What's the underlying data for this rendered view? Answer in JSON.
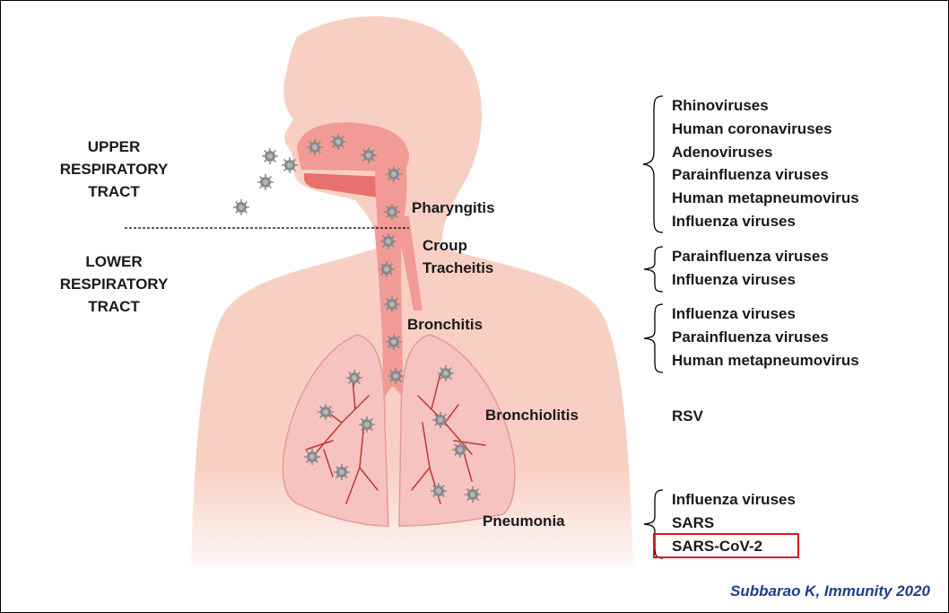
{
  "regions": {
    "upper": [
      "UPPER",
      "RESPIRATORY",
      "TRACT"
    ],
    "lower": [
      "LOWER",
      "RESPIRATORY",
      "TRACT"
    ]
  },
  "sites": {
    "pharyngitis": "Pharyngitis",
    "croup": "Croup",
    "tracheitis": "Tracheitis",
    "bronchitis": "Bronchitis",
    "bronchiolitis": "Bronchiolitis",
    "pneumonia": "Pneumonia"
  },
  "virus_groups": [
    {
      "items": [
        "Rhinoviruses",
        "Human coronaviruses",
        "Adenoviruses",
        "Parainfluenza viruses",
        "Human metapneumovirus",
        "Influenza viruses"
      ]
    },
    {
      "items": [
        "Parainfluenza viruses",
        "Influenza viruses"
      ]
    },
    {
      "items": [
        "Influenza viruses",
        "Parainfluenza viruses",
        "Human metapneumovirus"
      ]
    },
    {
      "items": [
        "RSV"
      ]
    },
    {
      "items": [
        "Influenza viruses",
        "SARS",
        "SARS-CoV-2"
      ]
    }
  ],
  "highlight": {
    "item": "SARS-CoV-2",
    "color": "#e3131b"
  },
  "citation": "Subbarao K, Immunity 2020",
  "colors": {
    "skin": "#f8d0c3",
    "airway": "#f29a96",
    "airway_dark": "#e8706c",
    "lung": "#f6c3c1",
    "vessel": "#c0392b",
    "virus": "#8a8a8a",
    "citation": "#1f3e8c"
  }
}
